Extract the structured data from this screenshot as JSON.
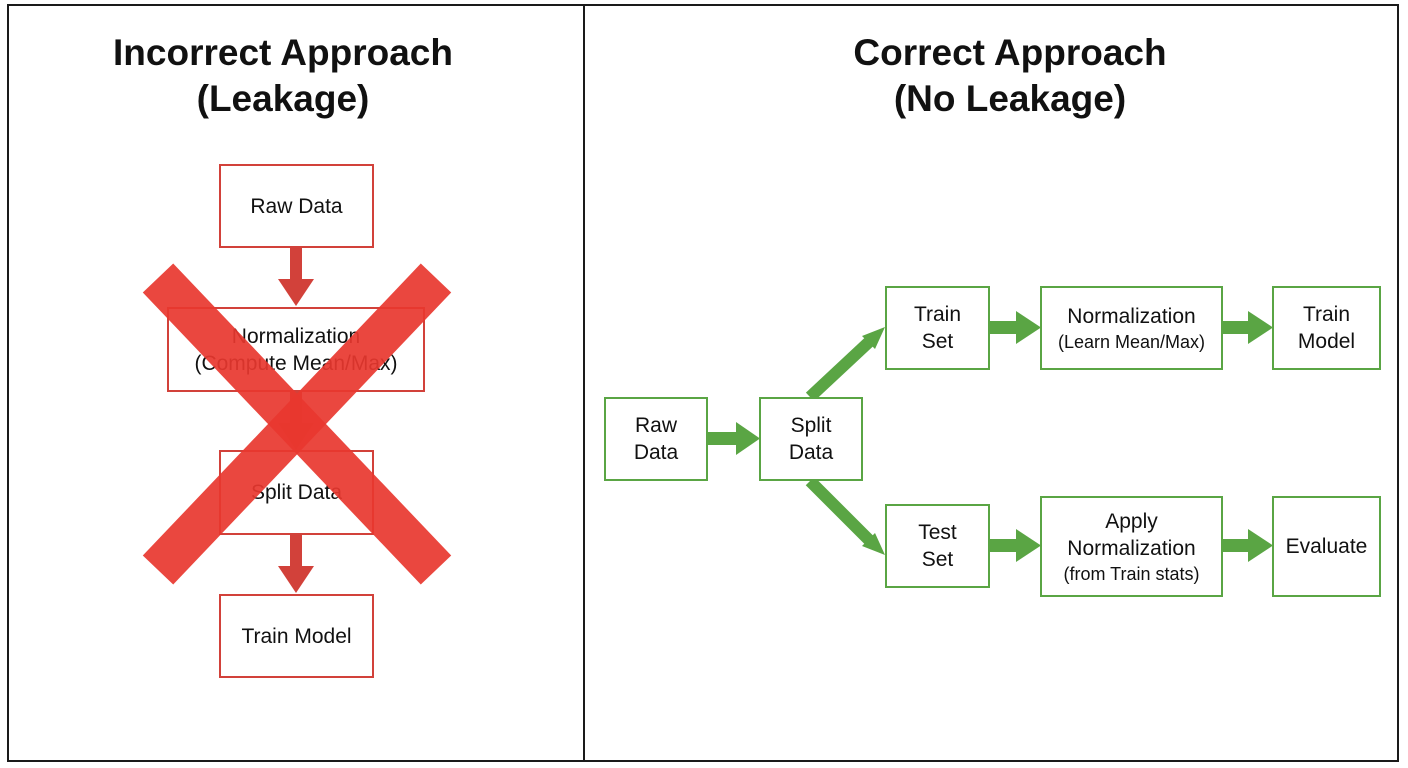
{
  "left_panel": {
    "title_line1": "Incorrect Approach",
    "title_line2": "(Leakage)",
    "boxes": {
      "raw_data": "Raw Data",
      "normalization_line1": "Normalization",
      "normalization_line2": "(Compute Mean/Max)",
      "split_data": "Split Data",
      "train_model": "Train Model"
    },
    "box_color": "#d2413a",
    "cross_color": "#e8372f"
  },
  "right_panel": {
    "title_line1": "Correct Approach",
    "title_line2": "(No Leakage)",
    "boxes": {
      "raw_line1": "Raw",
      "raw_line2": "Data",
      "split_line1": "Split",
      "split_line2": "Data",
      "train_set_line1": "Train",
      "train_set_line2": "Set",
      "test_set_line1": "Test",
      "test_set_line2": "Set",
      "learn_norm_line1": "Normalization",
      "learn_norm_line2": "(Learn Mean/Max)",
      "apply_norm_line1": "Apply",
      "apply_norm_line2": "Normalization",
      "apply_norm_line3": "(from Train stats)",
      "train_model_line1": "Train",
      "train_model_line2": "Model",
      "evaluate": "Evaluate"
    },
    "box_color": "#5aa544",
    "arrow_color": "#5aa544"
  }
}
